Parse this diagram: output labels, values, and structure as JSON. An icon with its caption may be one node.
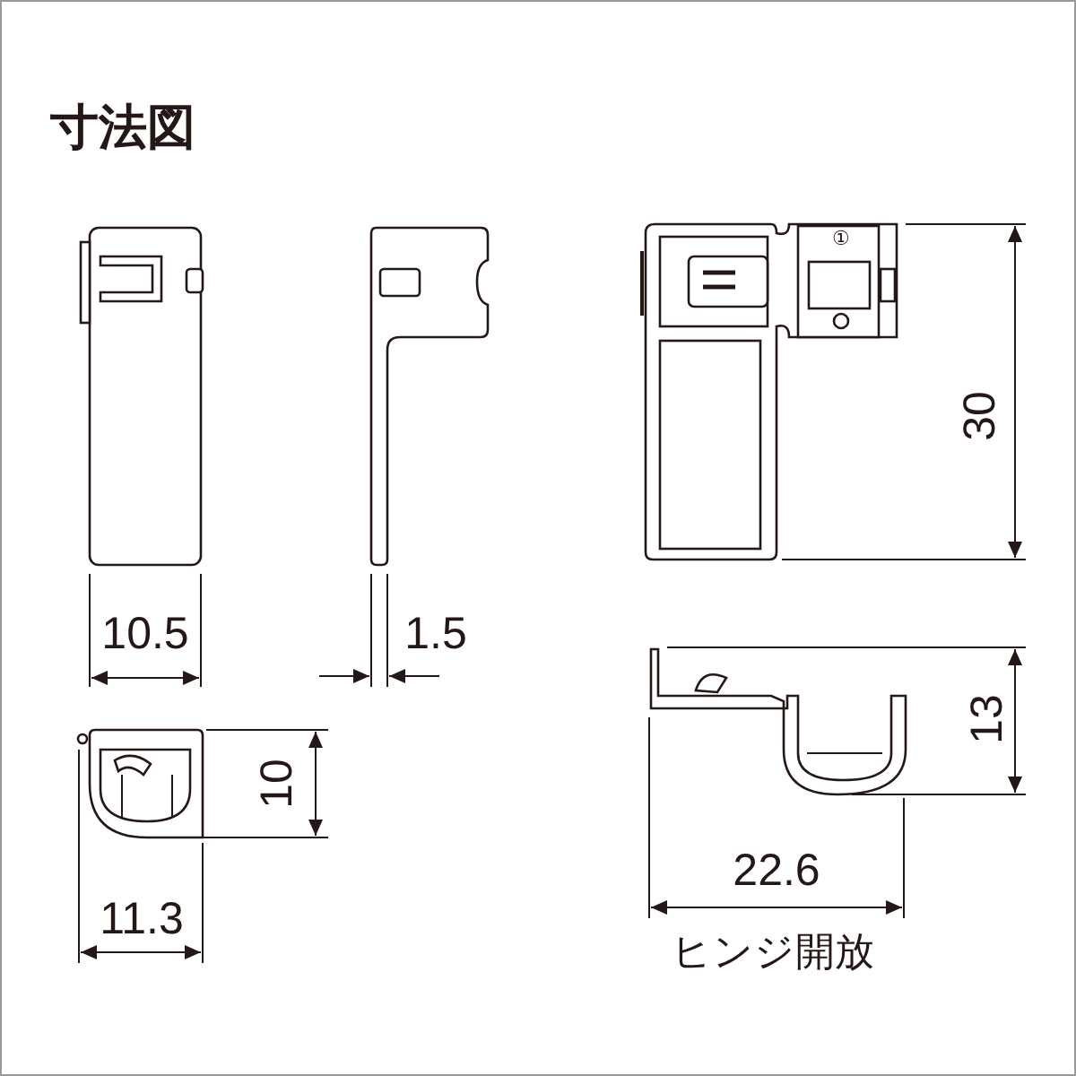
{
  "diagram": {
    "title": "寸法図",
    "labels": [
      "①",
      "10.5",
      "1.5",
      "10",
      "11.3",
      "30",
      "13",
      "22.6",
      "ヒンジ開放"
    ]
  }
}
